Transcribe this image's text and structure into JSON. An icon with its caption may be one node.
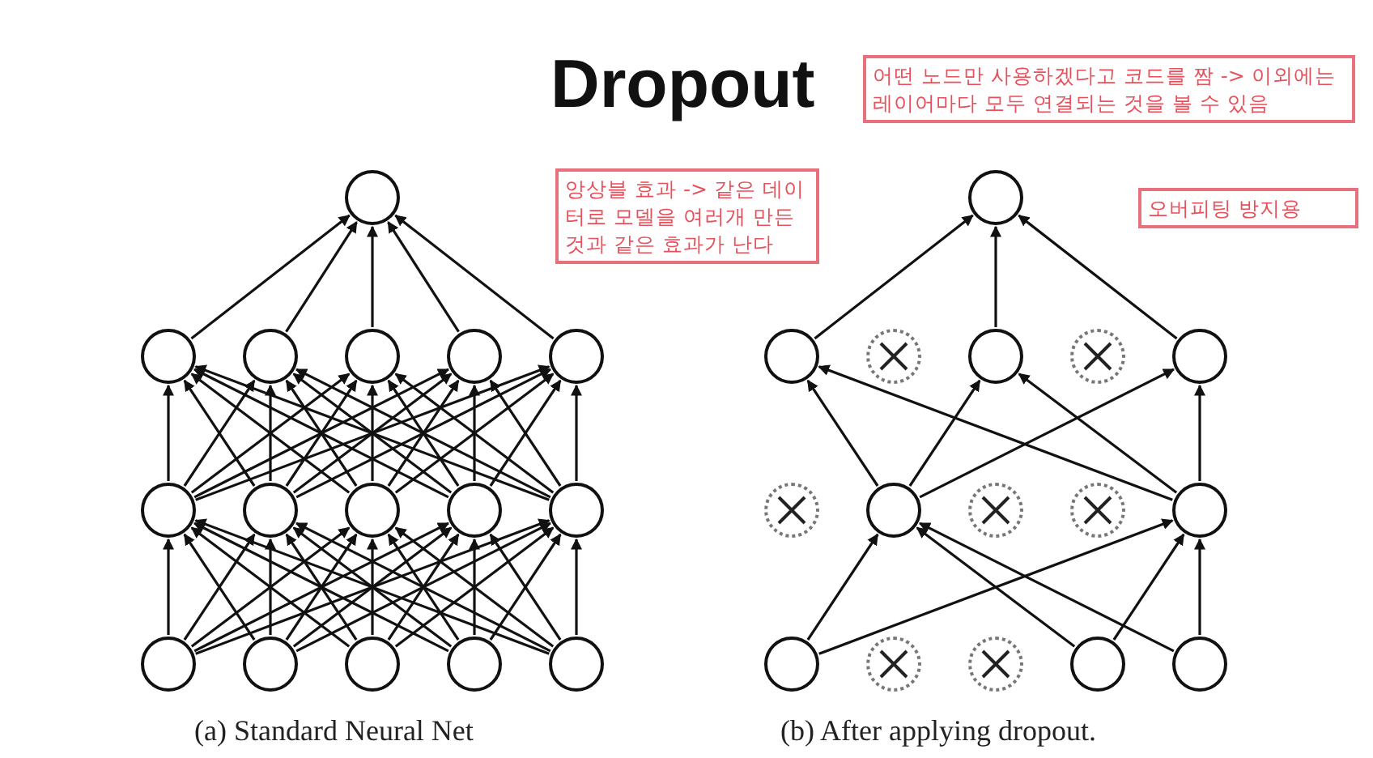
{
  "diagram": {
    "title": "Dropout",
    "nodes": [
      {
        "text": [],
        "shape": "circle"
      },
      {
        "text": [],
        "shape": "circle"
      },
      {
        "text": [],
        "shape": "circle"
      },
      {
        "text": [],
        "shape": "circle"
      },
      {
        "text": [],
        "shape": "circle"
      },
      {
        "text": [],
        "shape": "circle"
      },
      {
        "text": [],
        "shape": "circle"
      },
      {
        "text": [],
        "shape": "circle"
      },
      {
        "text": [],
        "shape": "circle"
      },
      {
        "text": [],
        "shape": "circle"
      },
      {
        "text": [],
        "shape": "circle"
      },
      {
        "text": [],
        "shape": "circle"
      },
      {
        "text": [],
        "shape": "circle"
      },
      {
        "text": [],
        "shape": "circle"
      },
      {
        "text": [],
        "shape": "circle"
      },
      {
        "text": [],
        "shape": "circle"
      },
      {
        "text": [],
        "shape": "circle"
      },
      {
        "text": [],
        "shape": "circle"
      },
      {
        "text": [],
        "shape": "crossed-circle"
      },
      {
        "text": [],
        "shape": "circle"
      },
      {
        "text": [],
        "shape": "crossed-circle"
      },
      {
        "text": [],
        "shape": "circle"
      },
      {
        "text": [],
        "shape": "crossed-circle"
      },
      {
        "text": [],
        "shape": "circle"
      },
      {
        "text": [],
        "shape": "crossed-circle"
      },
      {
        "text": [],
        "shape": "crossed-circle"
      },
      {
        "text": [],
        "shape": "circle"
      },
      {
        "text": [],
        "shape": "circle"
      },
      {
        "text": [],
        "shape": "crossed-circle"
      },
      {
        "text": [],
        "shape": "crossed-circle"
      },
      {
        "text": [],
        "shape": "circle"
      },
      {
        "text": [],
        "shape": "circle"
      },
      {
        "text": [
          "앙상블 효과 -> 같은 데이터로 모델을 여러개 만든 것과 같은 효과가 난다"
        ]
      },
      {
        "text": [
          "어떤 노드만 사용하겠다고 코드를 짬 -> 이외에는 레이어마다 모두 연결되는 것을 볼 수 있음"
        ]
      },
      {
        "text": [
          "오버피팅 방지용"
        ]
      }
    ],
    "edges": [
      {
        "from": 11,
        "to": 6,
        "arrow": "to"
      },
      {
        "from": 11,
        "to": 7,
        "arrow": "to"
      },
      {
        "from": 11,
        "to": 8,
        "arrow": "to"
      },
      {
        "from": 11,
        "to": 9,
        "arrow": "to"
      },
      {
        "from": 11,
        "to": 10,
        "arrow": "to"
      },
      {
        "from": 12,
        "to": 6,
        "arrow": "to"
      },
      {
        "from": 12,
        "to": 7,
        "arrow": "to"
      },
      {
        "from": 12,
        "to": 8,
        "arrow": "to"
      },
      {
        "from": 12,
        "to": 9,
        "arrow": "to"
      },
      {
        "from": 12,
        "to": 10,
        "arrow": "to"
      },
      {
        "from": 13,
        "to": 6,
        "arrow": "to"
      },
      {
        "from": 13,
        "to": 7,
        "arrow": "to"
      },
      {
        "from": 13,
        "to": 8,
        "arrow": "to"
      },
      {
        "from": 13,
        "to": 9,
        "arrow": "to"
      },
      {
        "from": 13,
        "to": 10,
        "arrow": "to"
      },
      {
        "from": 14,
        "to": 6,
        "arrow": "to"
      },
      {
        "from": 14,
        "to": 7,
        "arrow": "to"
      },
      {
        "from": 14,
        "to": 8,
        "arrow": "to"
      },
      {
        "from": 14,
        "to": 9,
        "arrow": "to"
      },
      {
        "from": 14,
        "to": 10,
        "arrow": "to"
      },
      {
        "from": 15,
        "to": 6,
        "arrow": "to"
      },
      {
        "from": 15,
        "to": 7,
        "arrow": "to"
      },
      {
        "from": 15,
        "to": 8,
        "arrow": "to"
      },
      {
        "from": 15,
        "to": 9,
        "arrow": "to"
      },
      {
        "from": 15,
        "to": 10,
        "arrow": "to"
      },
      {
        "from": 6,
        "to": 1,
        "arrow": "to"
      },
      {
        "from": 6,
        "to": 2,
        "arrow": "to"
      },
      {
        "from": 6,
        "to": 3,
        "arrow": "to"
      },
      {
        "from": 6,
        "to": 4,
        "arrow": "to"
      },
      {
        "from": 6,
        "to": 5,
        "arrow": "to"
      },
      {
        "from": 7,
        "to": 1,
        "arrow": "to"
      },
      {
        "from": 7,
        "to": 2,
        "arrow": "to"
      },
      {
        "from": 7,
        "to": 3,
        "arrow": "to"
      },
      {
        "from": 7,
        "to": 4,
        "arrow": "to"
      },
      {
        "from": 7,
        "to": 5,
        "arrow": "to"
      },
      {
        "from": 8,
        "to": 1,
        "arrow": "to"
      },
      {
        "from": 8,
        "to": 2,
        "arrow": "to"
      },
      {
        "from": 8,
        "to": 3,
        "arrow": "to"
      },
      {
        "from": 8,
        "to": 4,
        "arrow": "to"
      },
      {
        "from": 8,
        "to": 5,
        "arrow": "to"
      },
      {
        "from": 9,
        "to": 1,
        "arrow": "to"
      },
      {
        "from": 9,
        "to": 2,
        "arrow": "to"
      },
      {
        "from": 9,
        "to": 3,
        "arrow": "to"
      },
      {
        "from": 9,
        "to": 4,
        "arrow": "to"
      },
      {
        "from": 9,
        "to": 5,
        "arrow": "to"
      },
      {
        "from": 10,
        "to": 1,
        "arrow": "to"
      },
      {
        "from": 10,
        "to": 2,
        "arrow": "to"
      },
      {
        "from": 10,
        "to": 3,
        "arrow": "to"
      },
      {
        "from": 10,
        "to": 4,
        "arrow": "to"
      },
      {
        "from": 10,
        "to": 5,
        "arrow": "to"
      },
      {
        "from": 1,
        "to": 0,
        "arrow": "to"
      },
      {
        "from": 2,
        "to": 0,
        "arrow": "to"
      },
      {
        "from": 3,
        "to": 0,
        "arrow": "to"
      },
      {
        "from": 4,
        "to": 0,
        "arrow": "to"
      },
      {
        "from": 5,
        "to": 0,
        "arrow": "to"
      },
      {
        "from": 27,
        "to": 23,
        "arrow": "to"
      },
      {
        "from": 27,
        "to": 26,
        "arrow": "to"
      },
      {
        "from": 30,
        "to": 23,
        "arrow": "to"
      },
      {
        "from": 30,
        "to": 26,
        "arrow": "to"
      },
      {
        "from": 31,
        "to": 23,
        "arrow": "to"
      },
      {
        "from": 31,
        "to": 26,
        "arrow": "to"
      },
      {
        "from": 23,
        "to": 17,
        "arrow": "to"
      },
      {
        "from": 23,
        "to": 19,
        "arrow": "to"
      },
      {
        "from": 23,
        "to": 21,
        "arrow": "to"
      },
      {
        "from": 26,
        "to": 17,
        "arrow": "to"
      },
      {
        "from": 26,
        "to": 19,
        "arrow": "to"
      },
      {
        "from": 26,
        "to": 21,
        "arrow": "to"
      },
      {
        "from": 17,
        "to": 16,
        "arrow": "to"
      },
      {
        "from": 19,
        "to": 16,
        "arrow": "to"
      },
      {
        "from": 21,
        "to": 16,
        "arrow": "to"
      }
    ],
    "labels": [
      "(a) Standard Neural Net",
      "(b) After applying dropout."
    ]
  }
}
